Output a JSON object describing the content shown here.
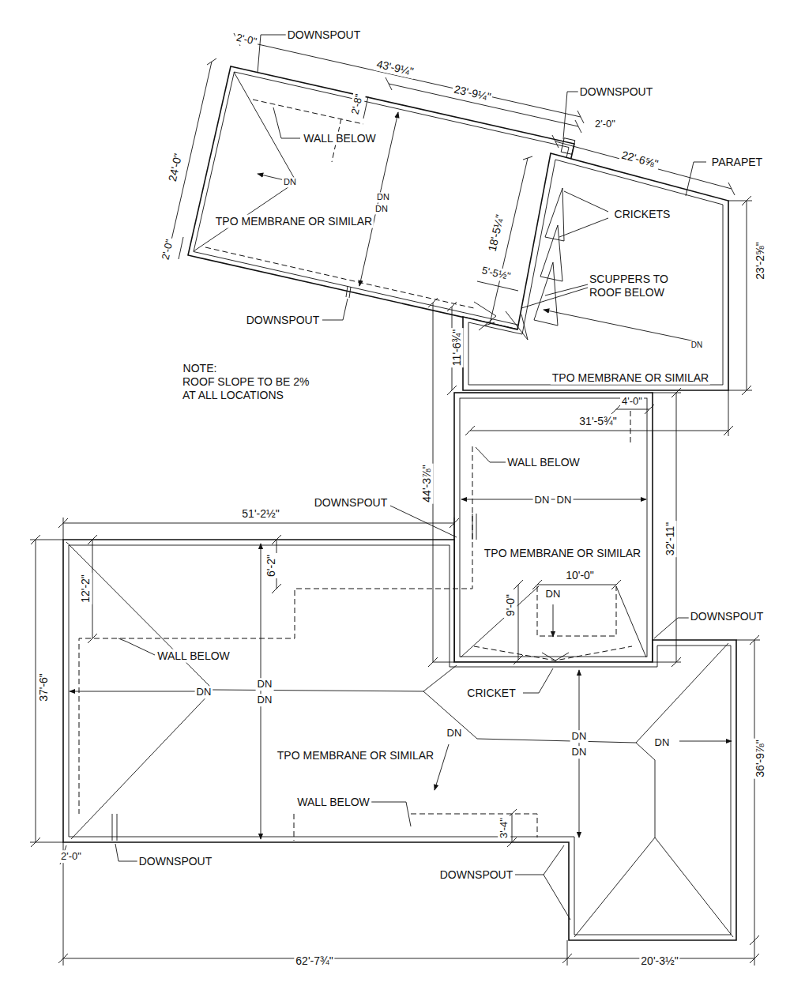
{
  "diagram": {
    "labels": [
      "DOWNSPOUT",
      "2'-0\"",
      "43'-9¼\"",
      "23'-9¼\"",
      "2'-8\"",
      "WALL BELOW",
      "DOWNSPOUT",
      "2'-0\"",
      "24'-0\"",
      "DN",
      "DN",
      "DN",
      "TPO MEMBRANE OR SIMILAR",
      "PARAPET",
      "22'-6⅝\"",
      "CRICKETS",
      "18'-5¼\"",
      "2'-0\"",
      "5'-5½\"",
      "SCUPPERS TO ROOF BELOW",
      "23'-2⅝\"",
      "DOWNSPOUT",
      "DN",
      "11'-6¾\"",
      "NOTE:",
      "ROOF SLOPE TO BE 2% AT ALL LOCATIONS",
      "TPO MEMBRANE OR SIMILAR",
      "4'-0\"",
      "31'-5¾\"",
      "WALL BELOW",
      "44'-3⅞\"",
      "DOWNSPOUT",
      "51'-2½\"",
      "DN",
      "DN",
      "TPO MEMBRANE OR SIMILAR",
      "32'-11\"",
      "6'-2\"",
      "10'-0\"",
      "12'-2\"",
      "DN",
      "9'-0\"",
      "DOWNSPOUT",
      "WALL BELOW",
      "37'-6\"",
      "DN",
      "DN",
      "DN",
      "CRICKET",
      "DN",
      "DN",
      "DN",
      "DN",
      "TPO MEMBRANE OR SIMILAR",
      "36'-9⅞\"",
      "WALL BELOW",
      "3'-4\"",
      "2'-0\"",
      "DOWNSPOUT",
      "DOWNSPOUT",
      "62'-7¾\"",
      "20'-3½\""
    ]
  }
}
